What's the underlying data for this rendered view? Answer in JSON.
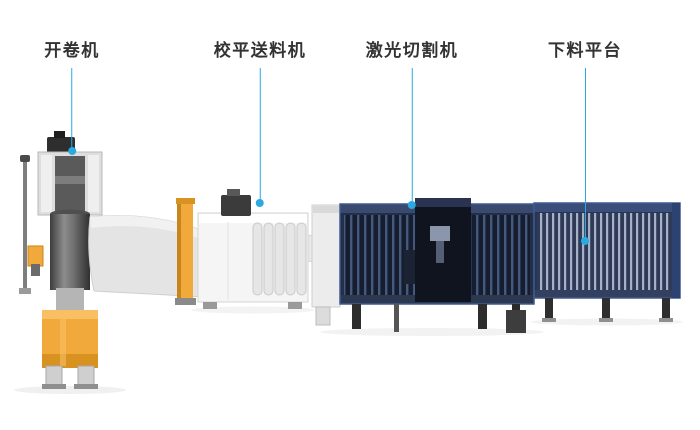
{
  "diagram": {
    "colors": {
      "accent": "#29aae1",
      "orange": "#f2a93b",
      "orange-dark": "#d8921f",
      "navy": "#232f49",
      "navy-dark": "#151d2e",
      "frame-blue": "#3f5a8f"
    },
    "labels": [
      {
        "id": "decoiler",
        "text": "开卷机"
      },
      {
        "id": "leveler-feeder",
        "text": "校平送料机"
      },
      {
        "id": "laser-cutter",
        "text": "激光切割机"
      },
      {
        "id": "unloading-platform",
        "text": "下料平台"
      }
    ]
  }
}
